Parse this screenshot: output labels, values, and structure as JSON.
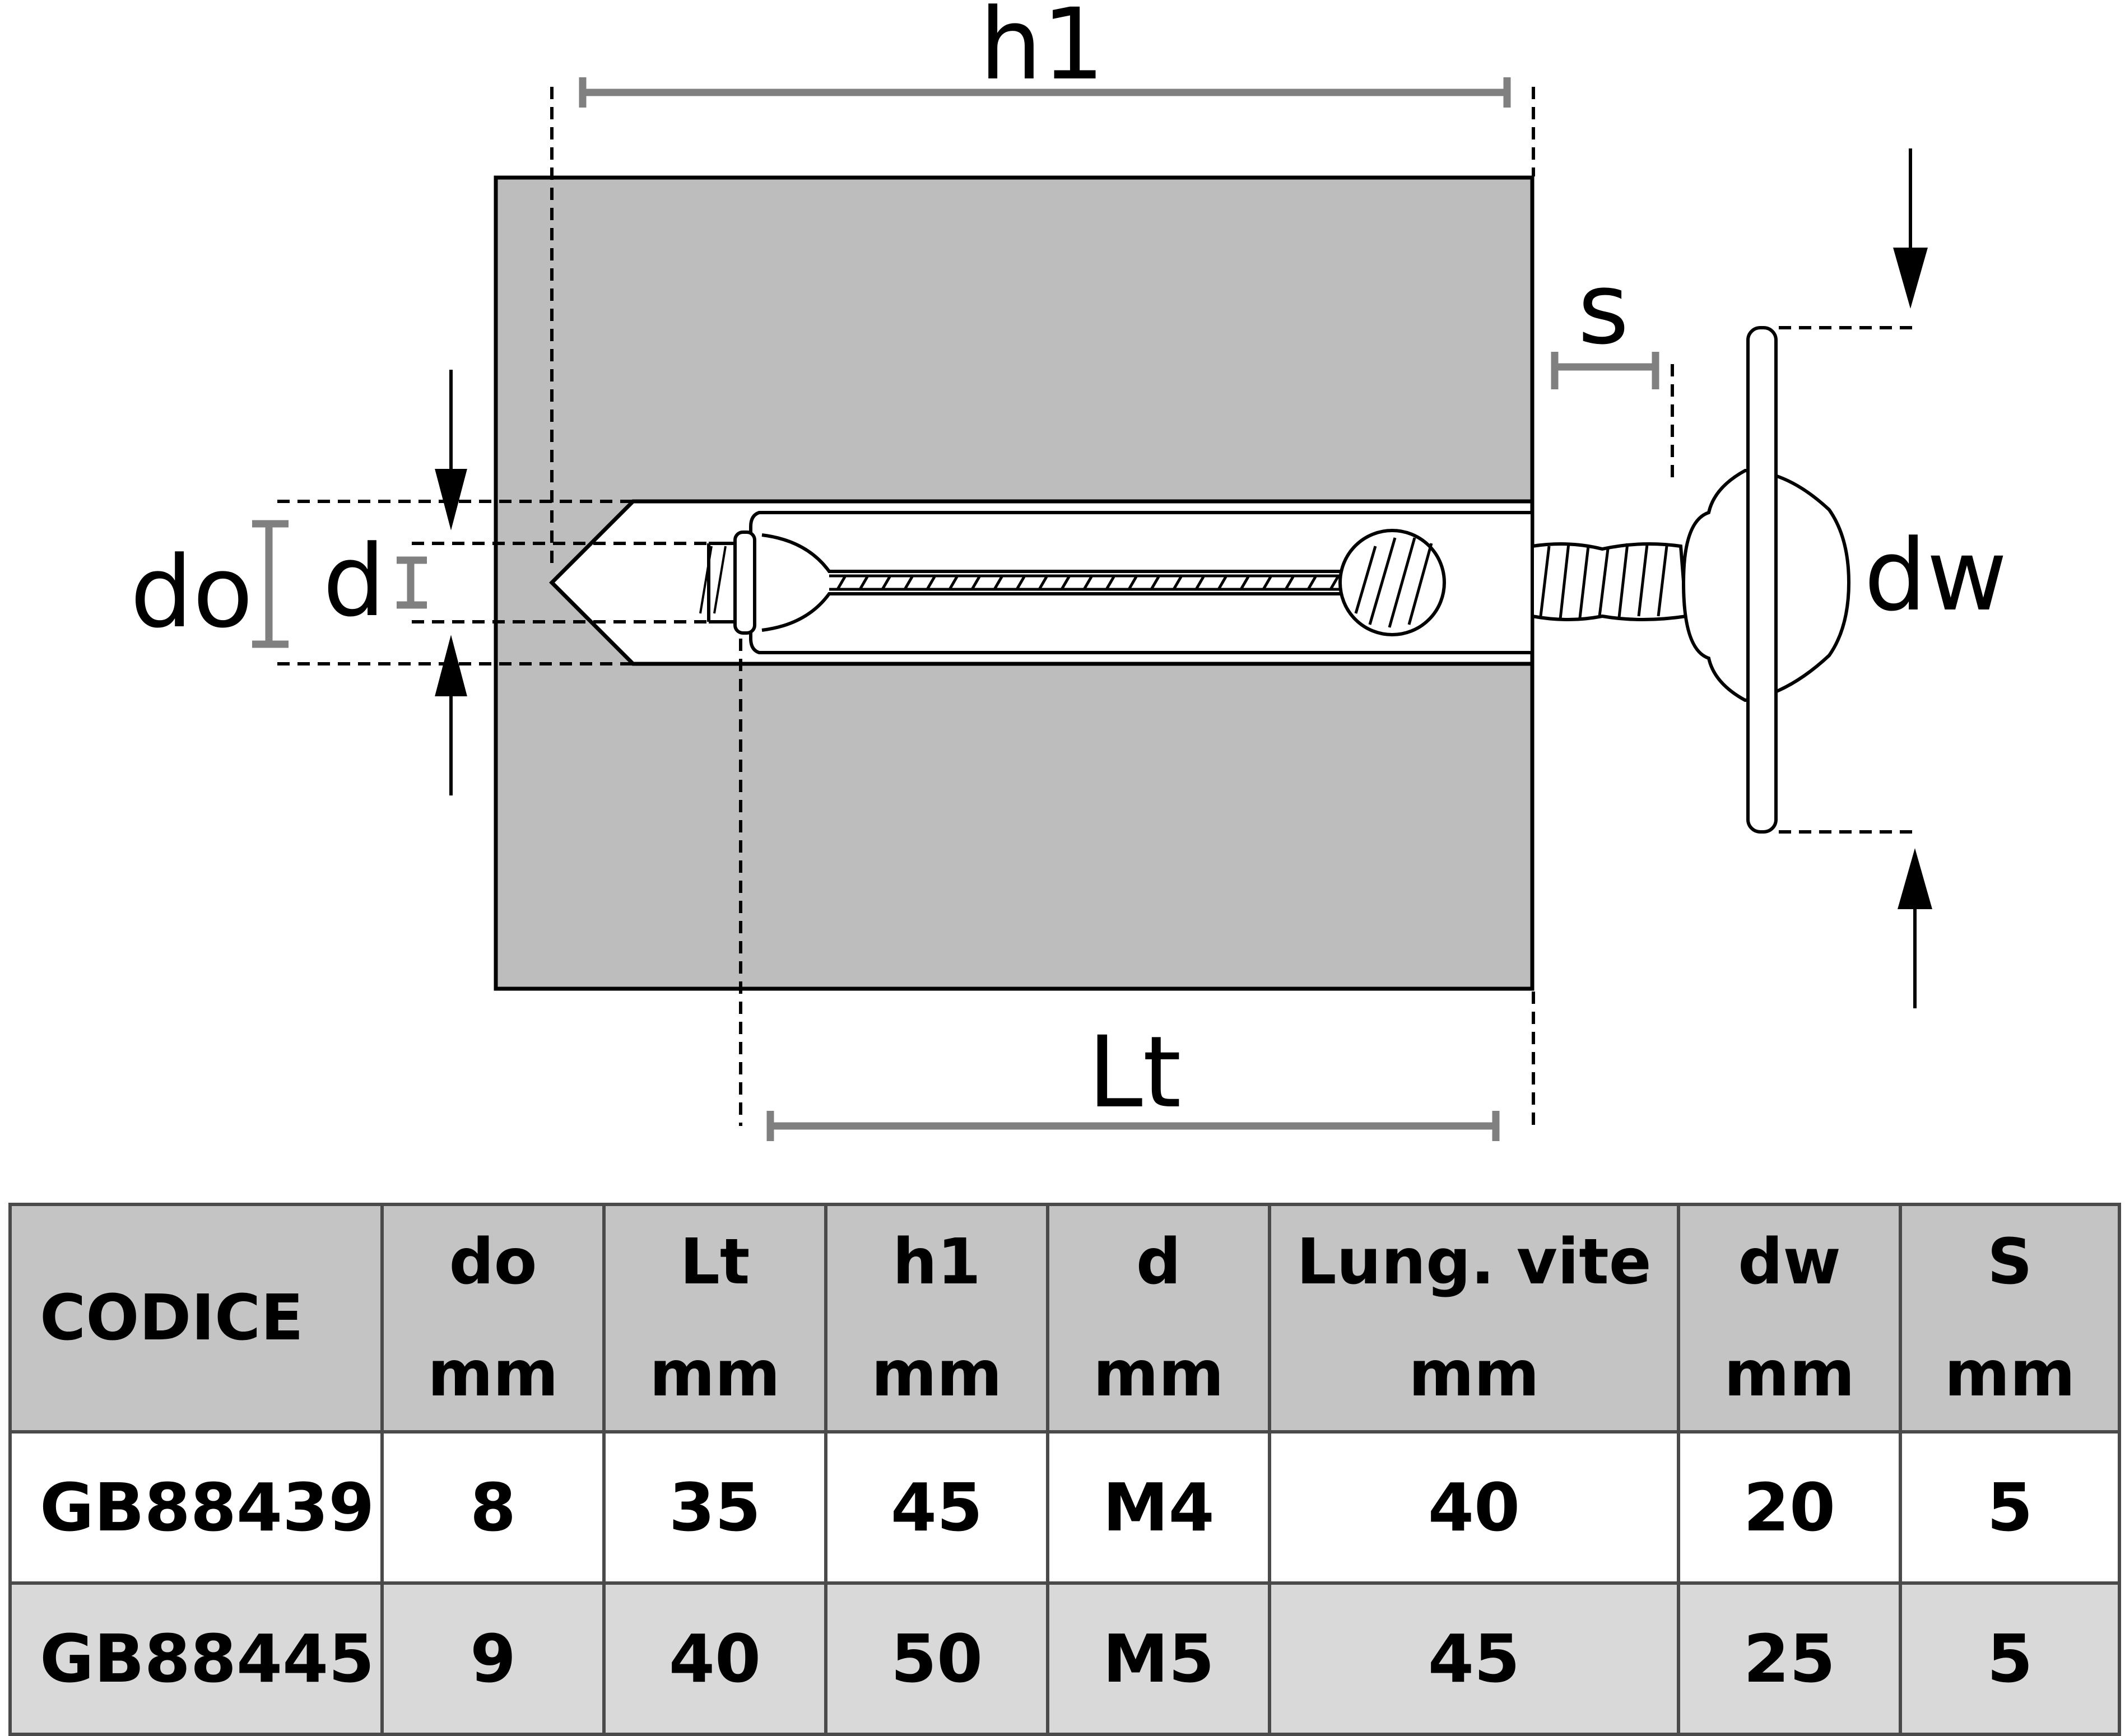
{
  "diagram": {
    "labels": {
      "h1": "h1",
      "s": "s",
      "do": "do",
      "d": "d",
      "dw": "dw",
      "lt": "Lt"
    },
    "colors": {
      "wall": "#bdbdbd",
      "dimension_line": "#808080",
      "outline": "#000000"
    }
  },
  "table": {
    "headers": [
      {
        "line1": "CODICE",
        "line2": ""
      },
      {
        "line1": "do",
        "line2": "mm"
      },
      {
        "line1": "Lt",
        "line2": "mm"
      },
      {
        "line1": "h1",
        "line2": "mm"
      },
      {
        "line1": "d",
        "line2": "mm"
      },
      {
        "line1": "Lung. vite",
        "line2": "mm"
      },
      {
        "line1": "dw",
        "line2": "mm"
      },
      {
        "line1": "S",
        "line2": "mm"
      }
    ],
    "rows": [
      [
        "GB88439",
        "8",
        "35",
        "45",
        "M4",
        "40",
        "20",
        "5"
      ],
      [
        "GB88445",
        "9",
        "40",
        "50",
        "M5",
        "45",
        "25",
        "5"
      ]
    ],
    "colors": {
      "header_bg": "#c4c4c4",
      "row_bg": [
        "#ffffff",
        "#d9d9d9"
      ],
      "border": "#4a4a4a"
    }
  }
}
